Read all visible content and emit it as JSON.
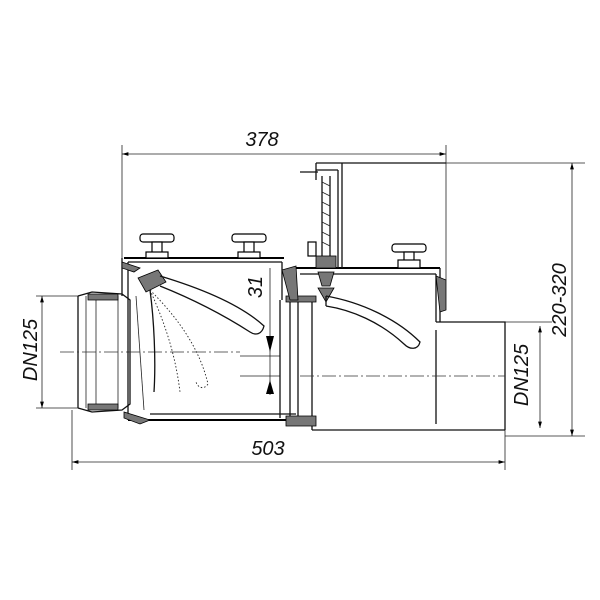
{
  "dimensions": {
    "top_width": "378",
    "overall_length": "503",
    "height_range": "220-320",
    "inlet_diameter": "DN125",
    "outlet_diameter": "DN125",
    "flap_dimension": "31"
  }
}
